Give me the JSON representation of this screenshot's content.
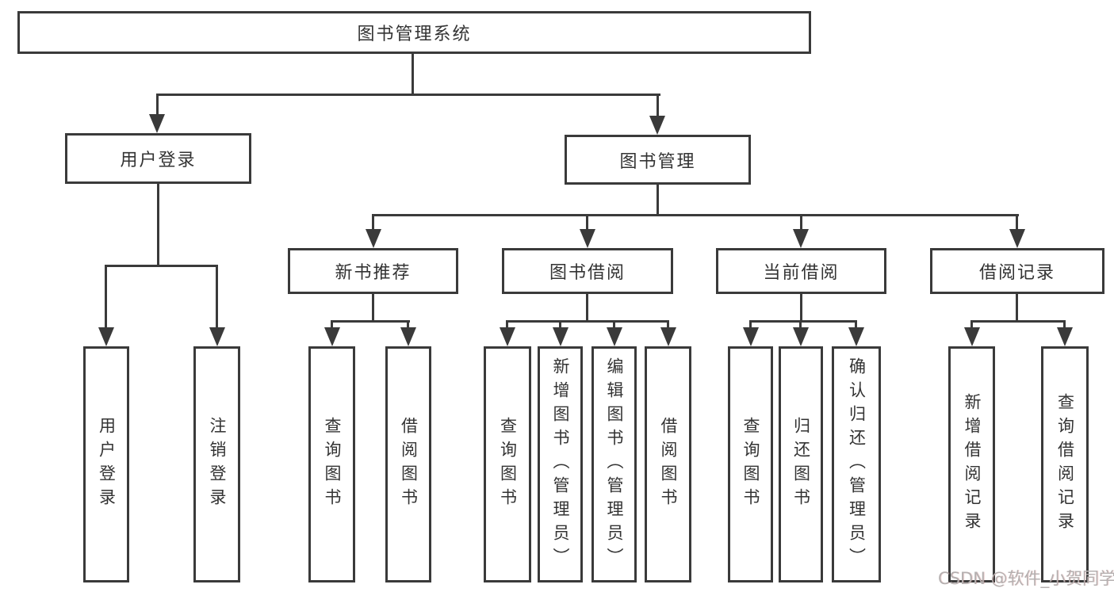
{
  "nodes": {
    "root": "图书管理系统",
    "user_login": "用户登录",
    "book_mgmt": "图书管理",
    "new_books": "新书推荐",
    "borrowing": "图书借阅",
    "current_borrow": "当前借阅",
    "borrow_records": "借阅记录",
    "leaf_user_login": "用户登录",
    "leaf_logout": "注销登录",
    "leaf_nb_query": "查询图书",
    "leaf_nb_borrow": "借阅图书",
    "leaf_bw_query": "查询图书",
    "leaf_bw_add": "新增图书（管理员）",
    "leaf_bw_edit": "编辑图书（管理员）",
    "leaf_bw_borrow": "借阅图书",
    "leaf_cb_query": "查询图书",
    "leaf_cb_return": "归还图书",
    "leaf_cb_confirm": "确认归还（管理员）",
    "leaf_br_add": "新增借阅记录",
    "leaf_br_query": "查询借阅记录"
  },
  "watermark": "CSDN @软件_小贺同学",
  "colors": {
    "line": "#3a3a3a",
    "text": "#333333",
    "watermark": "#b5b0b0",
    "background": "#ffffff"
  }
}
